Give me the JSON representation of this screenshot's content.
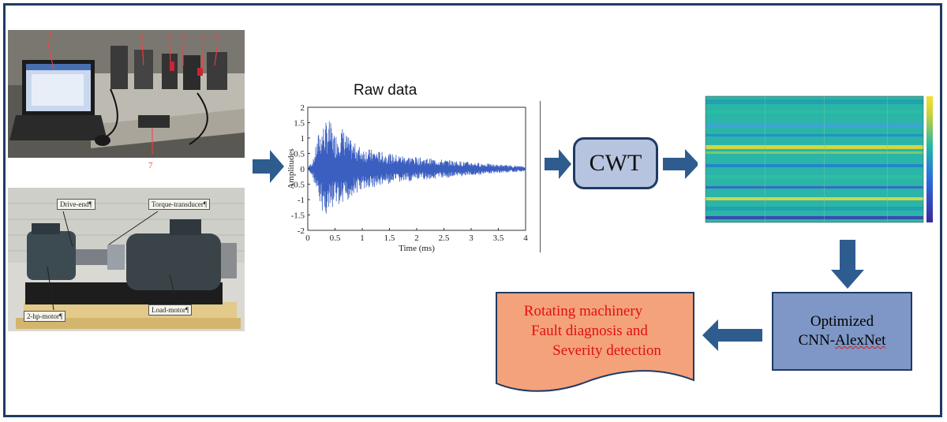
{
  "diagram": {
    "raw_title": "Raw data",
    "cwt_label": "CWT",
    "cnn_line1": "Optimized",
    "cnn_line2_prefix": "CNN-",
    "cnn_line2_squiggle": "AlexNet",
    "result_lines": [
      "Rotating machinery",
      "Fault diagnosis and",
      "Severity detection"
    ],
    "colors": {
      "frame": "#1f3b63",
      "arrow": "#2e5c8e",
      "cwt_fill": "#b7c4e0",
      "cnn_fill": "#7e97c6",
      "result_fill": "#f4a27b",
      "result_text": "#e01010"
    }
  },
  "photo_top": {
    "numbers": [
      "1",
      "2",
      "3",
      "4",
      "5",
      "6",
      "7"
    ]
  },
  "photo_bottom": {
    "labels": [
      "Drive-end¶",
      "Torque-transducer¶",
      "2-hp-motor¶",
      "Load-motor¶"
    ]
  },
  "chart_data": {
    "type": "line",
    "title": "Raw data",
    "xlabel": "Time (ms)",
    "ylabel": "Amplitudes",
    "xlim": [
      0,
      4
    ],
    "ylim": [
      -2,
      2
    ],
    "xticks": [
      "0",
      "0.5",
      "1",
      "1.5",
      "2",
      "2.5",
      "3",
      "3.5",
      "4"
    ],
    "yticks": [
      "2",
      "1.5",
      "1",
      "0.5",
      "0",
      "-0.5",
      "-1",
      "-1.5",
      "-2"
    ],
    "envelope": {
      "x": [
        0,
        0.1,
        0.2,
        0.3,
        0.4,
        0.5,
        0.6,
        0.8,
        1.0,
        1.5,
        2.0,
        2.5,
        3.0,
        3.5,
        4.0
      ],
      "y": [
        0.05,
        0.3,
        1.2,
        1.5,
        1.6,
        1.1,
        1.45,
        0.9,
        0.7,
        0.5,
        0.38,
        0.3,
        0.22,
        0.14,
        0.08
      ]
    },
    "series": [
      {
        "color": "#3b5fc0"
      }
    ]
  }
}
